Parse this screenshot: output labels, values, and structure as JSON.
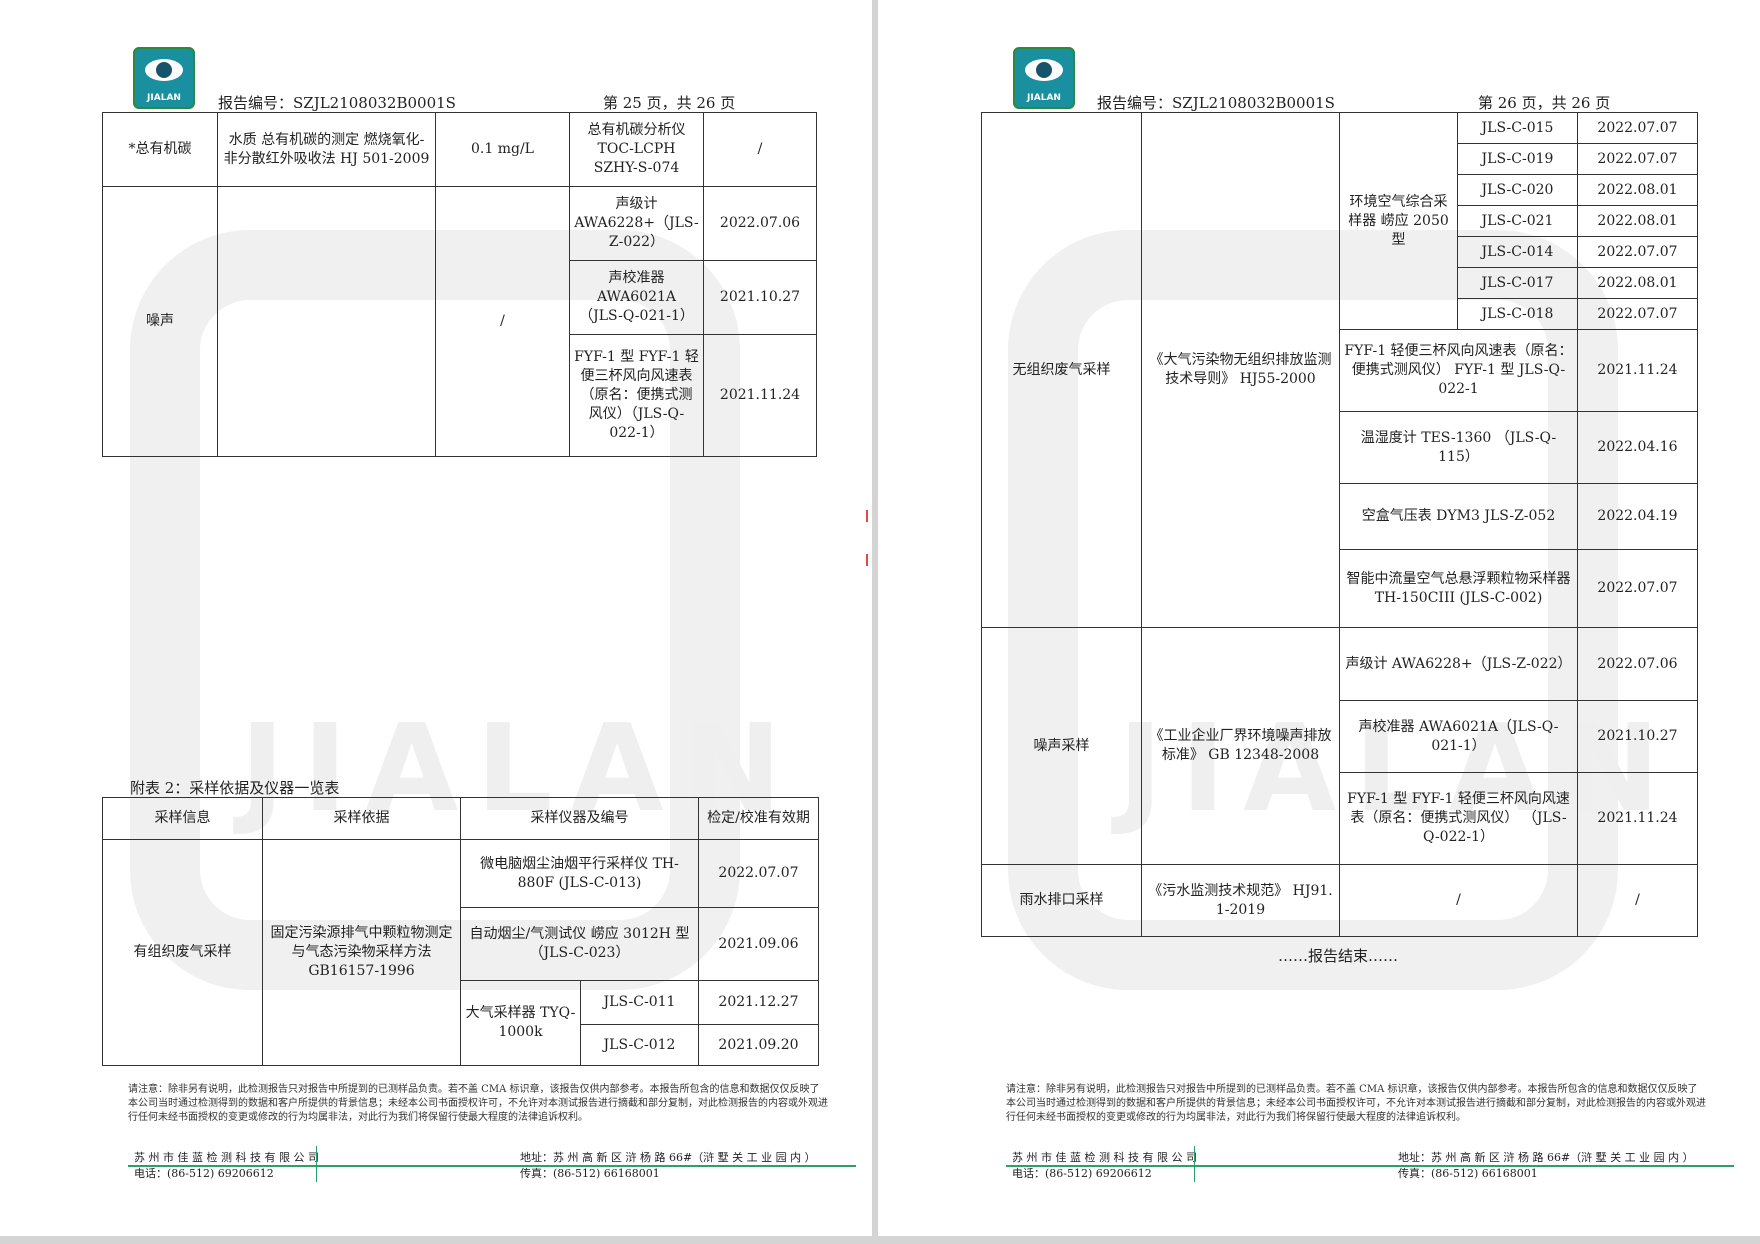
{
  "logo": {
    "text": "JIALAN"
  },
  "left": {
    "report_no": "报告编号：SZJL2108032B0001S",
    "page_info": "第 25 页，共 26 页",
    "table1": [
      {
        "item": "*总有机碳",
        "method": "水质  总有机碳的测定  燃烧氧化-非分散红外吸收法 HJ 501-2009",
        "limit": "0.1 mg/L",
        "inst": "总有机碳分析仪 TOC-LCPH SZHY-S-074",
        "date": "/"
      },
      {
        "item": "噪声",
        "method": "",
        "limit": "/",
        "inst": "声级计 AWA6228+（JLS-Z-022）",
        "date": "2022.07.06"
      },
      {
        "inst": "声校准器 AWA6021A （JLS-Q-021-1）",
        "date": "2021.10.27"
      },
      {
        "inst": "FYF-1 型 FYF-1 轻便三杯风向风速表（原名：便携式测风仪）（JLS-Q-022-1）",
        "date": "2021.11.24"
      }
    ],
    "caption": "附表 2：采样依据及仪器一览表",
    "table2": {
      "headers": [
        "采样信息",
        "采样依据",
        "采样仪器及编号",
        "检定/校准有效期"
      ],
      "item": "有组织废气采样",
      "basis": "固定污染源排气中颗粒物测定与气态污染物采样方法 GB16157-1996",
      "r1": {
        "inst": "微电脑烟尘油烟平行采样仪 TH-880F (JLS-C-013)",
        "date": "2022.07.07"
      },
      "r2": {
        "inst": "自动烟尘/气测试仪 崂应 3012H 型 （JLS-C-023）",
        "date": "2021.09.06"
      },
      "r3": {
        "inst": "大气采样器 TYQ-1000k",
        "code": "JLS-C-011",
        "date": "2021.12.27"
      },
      "r4": {
        "code": "JLS-C-012",
        "date": "2021.09.20"
      }
    }
  },
  "right": {
    "report_no": "报告编号：SZJL2108032B0001S",
    "page_info": "第 26 页，共 26 页",
    "rows": {
      "s1": "无组织废气采样",
      "b1": "《大气污染物无组织排放监测技术导则》 HJ55-2000",
      "samplerInst": "环境空气综合采样器 崂应 2050 型",
      "sampler": [
        {
          "code": "JLS-C-015",
          "date": "2022.07.07"
        },
        {
          "code": "JLS-C-019",
          "date": "2022.07.07"
        },
        {
          "code": "JLS-C-020",
          "date": "2022.08.01"
        },
        {
          "code": "JLS-C-021",
          "date": "2022.08.01"
        },
        {
          "code": "JLS-C-014",
          "date": "2022.07.07"
        },
        {
          "code": "JLS-C-017",
          "date": "2022.08.01"
        },
        {
          "code": "JLS-C-018",
          "date": "2022.07.07"
        }
      ],
      "fyf": {
        "inst": "FYF-1 轻便三杯风向风速表（原名：便携式测风仪） FYF-1 型 JLS-Q-022-1",
        "date": "2021.11.24"
      },
      "hum": {
        "inst": "温湿度计 TES-1360 （JLS-Q-115）",
        "date": "2022.04.16"
      },
      "baro": {
        "inst": "空盒气压表 DYM3 JLS-Z-052",
        "date": "2022.04.19"
      },
      "tsp": {
        "inst": "智能中流量空气总悬浮颗粒物采样器 TH-150CIII (JLS-C-002)",
        "date": "2022.07.07"
      },
      "s2": "噪声采样",
      "b2": "《工业企业厂界环境噪声排放标准》 GB 12348-2008",
      "n1": {
        "inst": "声级计 AWA6228+（JLS-Z-022）",
        "date": "2022.07.06"
      },
      "n2": {
        "inst": "声校准器  AWA6021A（JLS-Q-021-1）",
        "date": "2021.10.27"
      },
      "n3": {
        "inst": "FYF-1 型 FYF-1 轻便三杯风向风速表（原名：便携式测风仪） （JLS-Q-022-1）",
        "date": "2021.11.24"
      },
      "s3": "雨水排口采样",
      "b3": "《污水监测技术规范》 HJ91. 1-2019",
      "i3": "/",
      "d3": "/"
    },
    "end": "……报告结束……"
  },
  "footer": {
    "notice": "请注意：除非另有说明，此检测报告只对报告中所提到的已测样品负责。若不盖 CMA 标识章，该报告仅供内部参考。本报告所包含的信息和数据仅仅反映了本公司当时通过检测得到的数据和客户所提供的背景信息；未经本公司书面授权许可，不允许对本测试报告进行摘截和部分复制，对此检测报告的内容或外观进行任何未经书面授权的变更或修改的行为均属非法，对此行为我们将保留行使最大程度的法律追诉权利。",
    "company": "苏 州 市 佳 蓝 检 测 科 技 有 限 公 司",
    "tel": "电话：(86-512) 69206612",
    "address": "地址：苏 州 高 新 区 浒 杨 路 66#（浒 墅 关 工 业 园 内 ）",
    "fax": "传真：(86-512) 66168001"
  }
}
